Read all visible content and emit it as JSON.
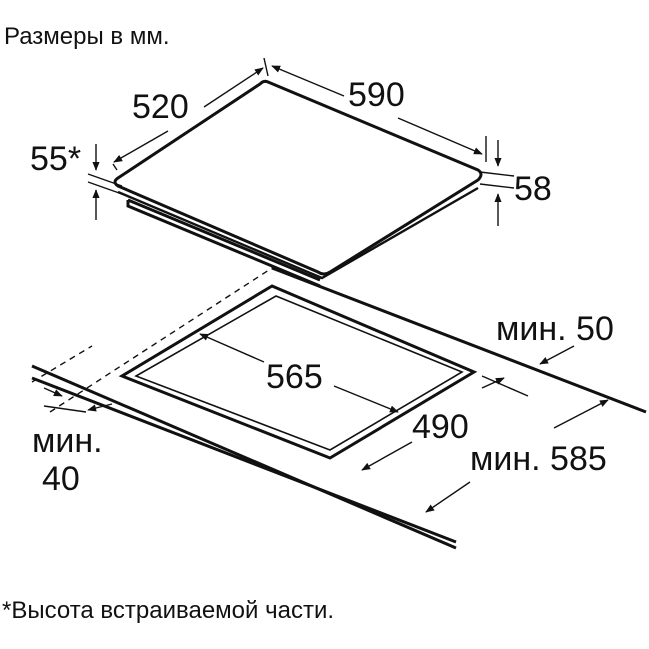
{
  "header_note": "Размеры в мм.",
  "footnote": "*Высота встраиваемой части.",
  "hob": {
    "depth": "520",
    "width": "590",
    "built_in_height": "55*",
    "total_height": "58"
  },
  "cutout": {
    "width": "565",
    "depth": "490"
  },
  "clearances": {
    "rear": "мин. 50",
    "front_line1": "мин.",
    "front_line2": "40",
    "countertop_depth": "мин. 585"
  }
}
